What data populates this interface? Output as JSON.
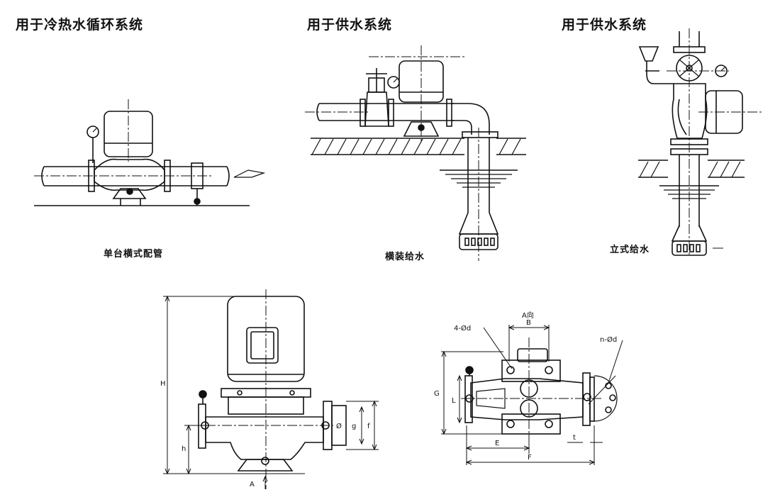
{
  "headings": {
    "hot_cold_loop": "用于冷热水循环系统",
    "water_supply_1": "用于供水系统",
    "water_supply_2": "用于供水系统"
  },
  "captions": {
    "single_horizontal": "单台横式配管",
    "horizontal_supply": "横装给水",
    "vertical_supply": "立式给水"
  },
  "dimension_labels": {
    "H": "H",
    "h": "h",
    "g": "g",
    "f": "f",
    "dn": "Ø",
    "A_arrow": "A",
    "A_dir": "A向",
    "B": "B",
    "bolt_holes_4": "4-Ød",
    "bolt_holes_n": "n-Ød",
    "G": "G",
    "L": "L",
    "E": "E",
    "F": "F",
    "t": "t"
  }
}
